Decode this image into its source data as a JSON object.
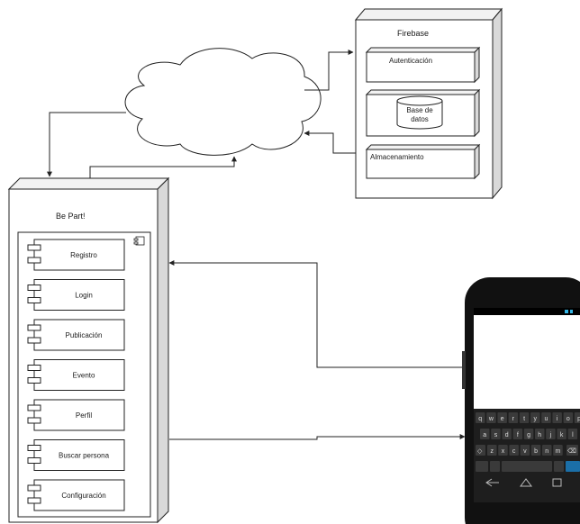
{
  "diagram": {
    "firebase_node": {
      "title": "Firebase",
      "components": [
        "Autenticación",
        "Almacenamiento"
      ],
      "database_label_line1": "Base de",
      "database_label_line2": "datos"
    },
    "app_node": {
      "title": "Be Part!",
      "components": [
        "Registro",
        "Login",
        "Publicación",
        "Evento",
        "Perfil",
        "Buscar persona",
        "Configuración"
      ]
    },
    "phone": {
      "keyboard_rows": [
        [
          "q",
          "w",
          "e",
          "r",
          "t",
          "y",
          "u",
          "i",
          "o",
          "p"
        ],
        [
          "a",
          "s",
          "d",
          "f",
          "g",
          "h",
          "j",
          "k",
          "l"
        ],
        [
          "z",
          "x",
          "c",
          "v",
          "b",
          "n",
          "m"
        ]
      ]
    }
  }
}
